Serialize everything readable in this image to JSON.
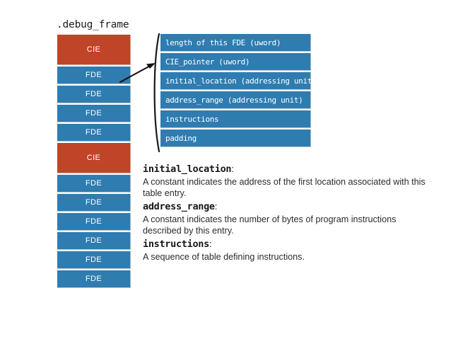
{
  "slide": {
    "section_title": ".debug_frame",
    "background_color": "#ffffff"
  },
  "colors": {
    "cie_block": "#bf4428",
    "fde_block": "#2f7cb0",
    "detail_row": "#2f7cb0",
    "block_text": "#ffffff",
    "body_text": "#2b2b2b",
    "term_text": "#161616"
  },
  "frame_column": {
    "name": ".debug_frame",
    "blocks": [
      {
        "label": "CIE",
        "type": "cie"
      },
      {
        "label": "FDE",
        "type": "fde"
      },
      {
        "label": "FDE",
        "type": "fde"
      },
      {
        "label": "FDE",
        "type": "fde"
      },
      {
        "label": "FDE",
        "type": "fde"
      },
      {
        "label": "CIE",
        "type": "cie"
      },
      {
        "label": "FDE",
        "type": "fde"
      },
      {
        "label": "FDE",
        "type": "fde"
      },
      {
        "label": "FDE",
        "type": "fde"
      },
      {
        "label": "FDE",
        "type": "fde"
      },
      {
        "label": "FDE",
        "type": "fde"
      },
      {
        "label": "FDE",
        "type": "fde"
      }
    ]
  },
  "detail_table": {
    "rows": [
      {
        "label": "length of this FDE (uword)"
      },
      {
        "label": "CIE_pointer (uword)"
      },
      {
        "label": "initial_location (addressing unit)"
      },
      {
        "label": "address_range (addressing unit)"
      },
      {
        "label": "instructions"
      },
      {
        "label": "padding"
      }
    ]
  },
  "descriptions": [
    {
      "term": "initial_location",
      "colon": ":",
      "body": "A constant indicates the address of the first location associated with this table entry."
    },
    {
      "term": "address_range",
      "colon": ":",
      "body": "A constant indicates the number of bytes of program instructions described by this entry."
    },
    {
      "term": "instructions",
      "colon": ":",
      "body": "A sequence of table defining instructions."
    }
  ],
  "icons": {
    "arrow": "arrow-right-icon",
    "brace": "brace-icon"
  }
}
